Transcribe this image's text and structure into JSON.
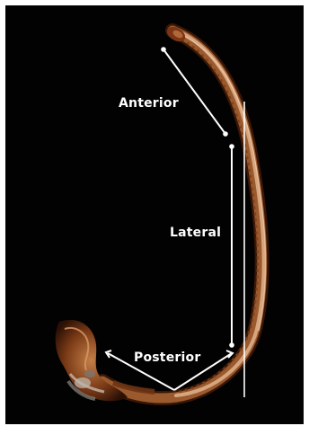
{
  "figure": {
    "labels": {
      "anterior": "Anterior",
      "lateral": "Lateral",
      "posterior": "Posterior"
    }
  },
  "colors": {
    "background": "#020202",
    "bone_dark": "#5a2a10",
    "bone_mid": "#a5663a",
    "bone_light": "#e3b48f",
    "annotation": "#ffffff"
  }
}
